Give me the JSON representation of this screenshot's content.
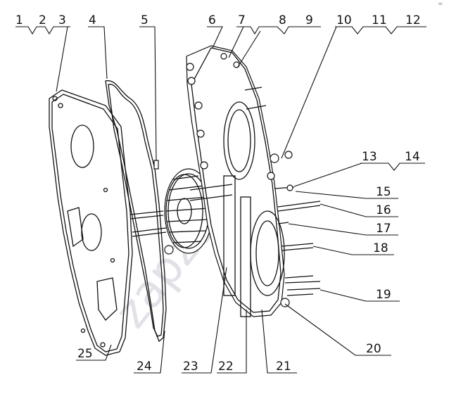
{
  "watermark": "zapzap.ru",
  "corner_mark": "=",
  "callouts": [
    {
      "id": "c1",
      "text": "1"
    },
    {
      "id": "c2",
      "text": "2"
    },
    {
      "id": "c3",
      "text": "3"
    },
    {
      "id": "c4",
      "text": "4"
    },
    {
      "id": "c5",
      "text": "5"
    },
    {
      "id": "c6",
      "text": "6"
    },
    {
      "id": "c7",
      "text": "7"
    },
    {
      "id": "c8",
      "text": "8"
    },
    {
      "id": "c9",
      "text": "9"
    },
    {
      "id": "c10",
      "text": "10"
    },
    {
      "id": "c11",
      "text": "11"
    },
    {
      "id": "c12",
      "text": "12"
    },
    {
      "id": "c13",
      "text": "13"
    },
    {
      "id": "c14",
      "text": "14"
    },
    {
      "id": "c15",
      "text": "15"
    },
    {
      "id": "c16",
      "text": "16"
    },
    {
      "id": "c17",
      "text": "17"
    },
    {
      "id": "c18",
      "text": "18"
    },
    {
      "id": "c19",
      "text": "19"
    },
    {
      "id": "c20",
      "text": "20"
    },
    {
      "id": "c21",
      "text": "21"
    },
    {
      "id": "c22",
      "text": "22"
    },
    {
      "id": "c23",
      "text": "23"
    },
    {
      "id": "c24",
      "text": "24"
    },
    {
      "id": "c25",
      "text": "25"
    }
  ]
}
